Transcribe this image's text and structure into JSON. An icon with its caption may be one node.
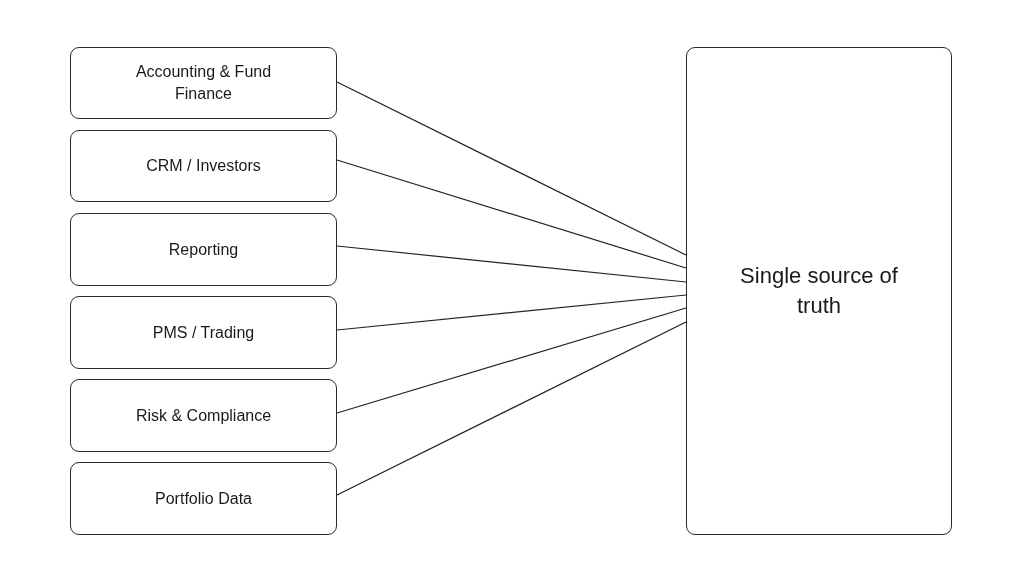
{
  "diagram": {
    "nodes": [
      {
        "text": [
          "Accounting & Fund Finance"
        ]
      },
      {
        "text": [
          "CRM / Investors"
        ]
      },
      {
        "text": [
          "Reporting"
        ]
      },
      {
        "text": [
          "PMS / Trading"
        ]
      },
      {
        "text": [
          "Risk & Compliance"
        ]
      },
      {
        "text": [
          "Portfolio Data"
        ]
      },
      {
        "text": [
          "Single source of truth"
        ]
      }
    ],
    "edges": [
      {
        "from": 0,
        "to": 6,
        "arrow": "none"
      },
      {
        "from": 1,
        "to": 6,
        "arrow": "none"
      },
      {
        "from": 2,
        "to": 6,
        "arrow": "none"
      },
      {
        "from": 3,
        "to": 6,
        "arrow": "none"
      },
      {
        "from": 4,
        "to": 6,
        "arrow": "none"
      },
      {
        "from": 5,
        "to": 6,
        "arrow": "none"
      }
    ]
  }
}
